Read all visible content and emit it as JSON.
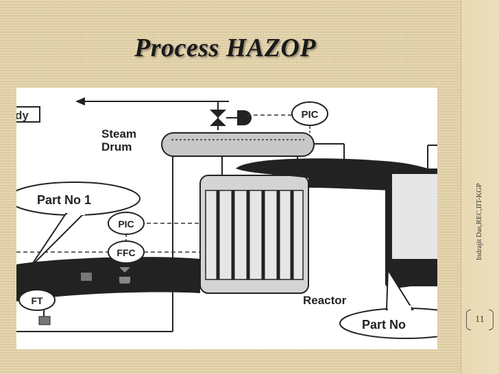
{
  "slide": {
    "title": "Process HAZOP",
    "side_credit": "Indrajit Das,REC,IIT-KGP",
    "page_number": "11"
  },
  "diagram": {
    "steam_drum_line1": "Steam",
    "steam_drum_line2": "Drum",
    "reactor_label": "Reactor",
    "corner_fragment": "dy",
    "pic_top": "PIC",
    "pic_left": "PIC",
    "ffc": "FFC",
    "ft": "FT",
    "callout_part_1": "Part No 1",
    "callout_part_2": "Part No"
  }
}
